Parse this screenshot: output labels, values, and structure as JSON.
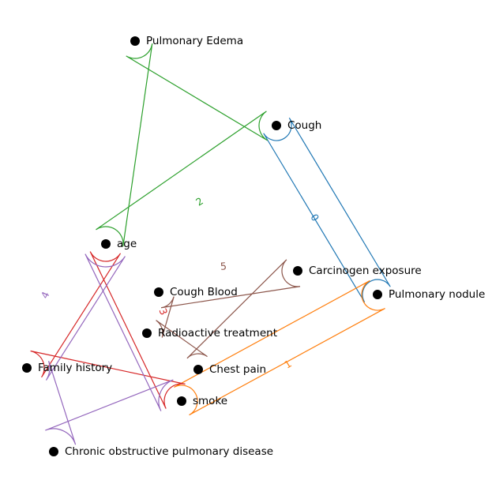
{
  "hypergraph": {
    "nodes": [
      {
        "id": "pulmonary_edema",
        "label": "Pulmonary Edema"
      },
      {
        "id": "cough",
        "label": "Cough"
      },
      {
        "id": "age",
        "label": "age"
      },
      {
        "id": "carcinogen_exposure",
        "label": "Carcinogen exposure"
      },
      {
        "id": "pulmonary_nodule",
        "label": "Pulmonary nodule"
      },
      {
        "id": "cough_blood",
        "label": "Cough Blood"
      },
      {
        "id": "radioactive_treatment",
        "label": "Radioactive treatment"
      },
      {
        "id": "family_history",
        "label": "Family history"
      },
      {
        "id": "chest_pain",
        "label": "Chest pain"
      },
      {
        "id": "smoke",
        "label": "smoke"
      },
      {
        "id": "copd",
        "label": "Chronic obstructive pulmonary disease"
      }
    ],
    "edges": [
      {
        "label": "0",
        "color": "#1f77b4",
        "members": [
          "cough",
          "pulmonary_nodule"
        ]
      },
      {
        "label": "1",
        "color": "#ff7f0e",
        "members": [
          "smoke",
          "pulmonary_nodule"
        ]
      },
      {
        "label": "2",
        "color": "#2ca02c",
        "members": [
          "pulmonary_edema",
          "cough",
          "age"
        ]
      },
      {
        "label": "3",
        "color": "#d62728",
        "members": [
          "age",
          "family_history",
          "smoke"
        ]
      },
      {
        "label": "4",
        "color": "#9467bd",
        "members": [
          "age",
          "family_history",
          "copd",
          "smoke"
        ]
      },
      {
        "label": "5",
        "color": "#8c564b",
        "members": [
          "carcinogen_exposure",
          "cough_blood",
          "radioactive_treatment",
          "chest_pain"
        ]
      }
    ]
  }
}
